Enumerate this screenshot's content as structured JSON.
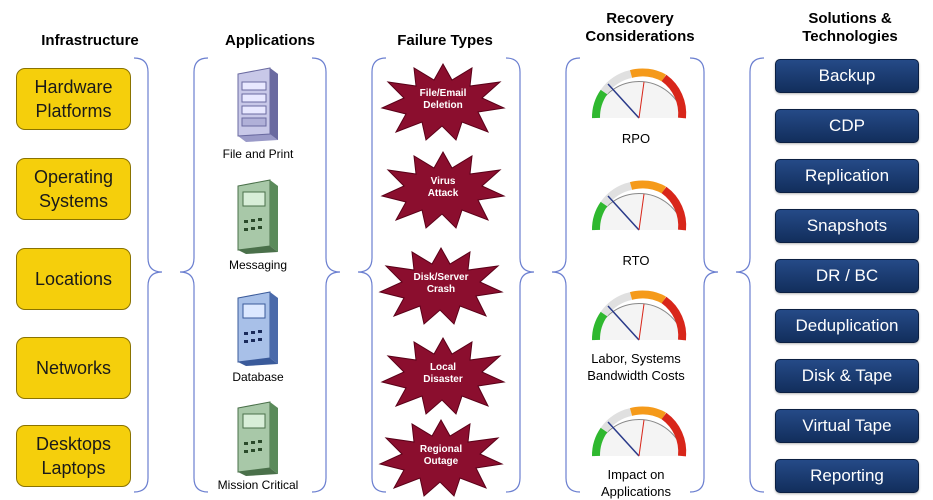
{
  "headers": {
    "infrastructure": "Infrastructure",
    "applications": "Applications",
    "failure_types": "Failure Types",
    "recovery": "Recovery\nConsiderations",
    "solutions": "Solutions &\nTechnologies"
  },
  "infrastructure": [
    "Hardware\nPlatforms",
    "Operating\nSystems",
    "Locations",
    "Networks",
    "Desktops\nLaptops"
  ],
  "applications": [
    "File and Print",
    "Messaging",
    "Database",
    "Mission Critical"
  ],
  "failure_types": [
    "File/Email\nDeletion",
    "Virus\nAttack",
    "Disk/Server\nCrash",
    "Local\nDisaster",
    "Regional\nOutage"
  ],
  "recovery": [
    "RPO",
    "RTO",
    "Labor, Systems\nBandwidth Costs",
    "Impact on\nApplications"
  ],
  "solutions": [
    "Backup",
    "CDP",
    "Replication",
    "Snapshots",
    "DR / BC",
    "Deduplication",
    "Disk & Tape",
    "Virtual Tape",
    "Reporting"
  ],
  "colors": {
    "infra_fill": "#f5cf0c",
    "solution_fill": "#1d3d73",
    "burst_fill": "#8b0e2e",
    "brace": "#6b7fd0"
  }
}
